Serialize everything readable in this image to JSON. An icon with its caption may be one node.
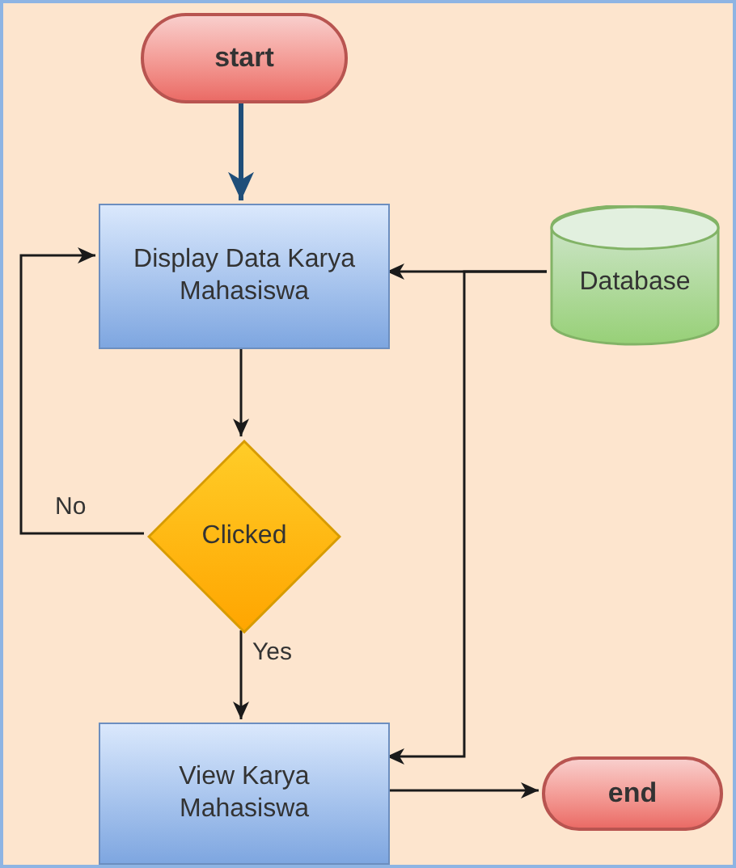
{
  "diagram": {
    "nodes": [
      {
        "text": [
          "start"
        ]
      },
      {
        "text": [
          "Display Data Karya Mahasiswa"
        ]
      },
      {
        "text": [
          "Database"
        ]
      },
      {
        "text": [
          "Clicked"
        ]
      },
      {
        "text": [
          "View Karya Mahasiswa"
        ]
      },
      {
        "text": [
          "end"
        ]
      }
    ],
    "edges": [
      {
        "from": 0,
        "to": 1,
        "arrow": "to",
        "style": "thick",
        "color": "#1f4e79"
      },
      {
        "from": 1,
        "to": 3,
        "arrow": "to"
      },
      {
        "from": 3,
        "to": 1,
        "arrow": "to",
        "label": "No"
      },
      {
        "from": 3,
        "to": 4,
        "arrow": "to",
        "label": "Yes"
      },
      {
        "from": 2,
        "to": 1,
        "arrow": "to"
      },
      {
        "from": 2,
        "to": 4,
        "arrow": "to"
      },
      {
        "from": 4,
        "to": 5,
        "arrow": "to"
      }
    ]
  }
}
